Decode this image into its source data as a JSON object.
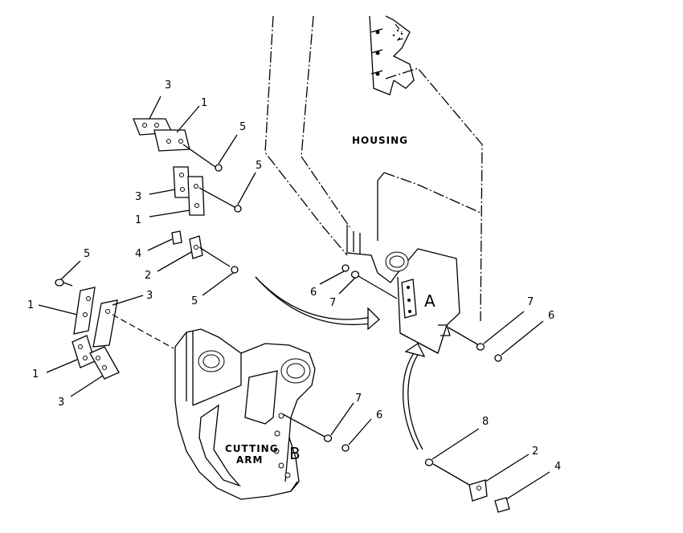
{
  "labels": {
    "housing": "HOUSING",
    "cutting_arm_line1": "CUTTING",
    "cutting_arm_line2": "ARM",
    "view_a": "A",
    "view_b": "B"
  },
  "callouts": {
    "top_shim": "3",
    "top_plate": "1",
    "top_bolt": "5",
    "mid_shim": "3",
    "mid_plate": "1",
    "mid_bolt": "5",
    "small_shim": "4",
    "small_plate": "2",
    "small_bolt": "5",
    "left_bolt": "5",
    "left_plate_a": "1",
    "left_shim_a": "3",
    "left_plate_b": "1",
    "left_shim_b": "3",
    "housing_nut": "6",
    "housing_washer": "7",
    "right_washer": "7",
    "right_nut": "6",
    "arm_washer": "7",
    "arm_nut": "6",
    "bottom_bolt": "8",
    "bottom_plate": "2",
    "bottom_shim": "4"
  }
}
